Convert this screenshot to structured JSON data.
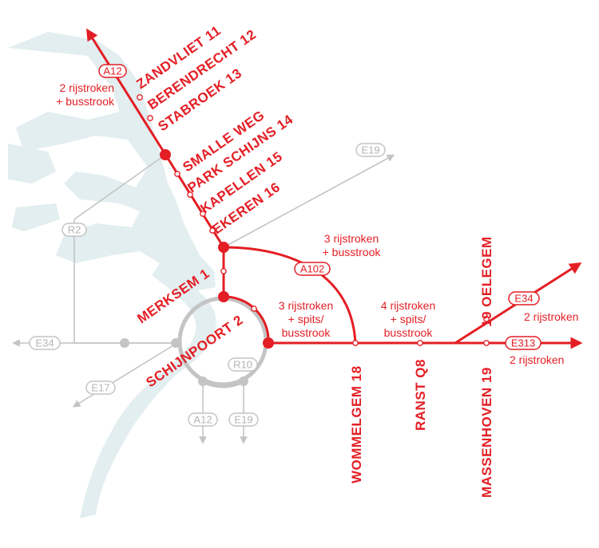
{
  "colors": {
    "accent": "#e31e24",
    "grey": "#c4c4c4",
    "water": "#e2eeef"
  },
  "exits": {
    "zandvliet": "ZANDVLIET 11",
    "berendrecht": "BERENDRECHT 12",
    "stabroek": "STABROEK 13",
    "smalle_weg": "SMALLE WEG",
    "park_schijns": "PARK SCHIJNS 14",
    "kapellen": "KAPELLEN 15",
    "ekeren": "EKEREN 16",
    "merksem": "MERKSEM 1",
    "schijnpoort": "SCHIJNPOORT 2",
    "wommelgem": "WOMMELGEM 18",
    "ranst": "RANST Q8",
    "massenhoven": "MASSENHOVEN 19",
    "oelegem": "19 OELEGEM"
  },
  "lanes": {
    "a12_line1": "2 rijstroken",
    "a12_line2": "+ busstrook",
    "a102_line1": "3 rijstroken",
    "a102_line2": "+ busstrook",
    "mid_line1": "3 rijstroken",
    "mid_line2": "+ spits/",
    "mid_line3": "busstrook",
    "east_line1": "4 rijstroken",
    "east_line2": "+ spits/",
    "east_line3": "busstrook",
    "e34_lanes": "2 rijstroken",
    "e313_lanes": "2 rijstroken"
  },
  "shields": {
    "a12_top": "A12",
    "a102": "A102",
    "e34_right": "E34",
    "e313": "E313",
    "e19_top": "E19",
    "r2": "R2",
    "e34_left": "E34",
    "e17": "E17",
    "r10": "R10",
    "a12_bottom": "A12",
    "e19_bottom": "E19"
  }
}
